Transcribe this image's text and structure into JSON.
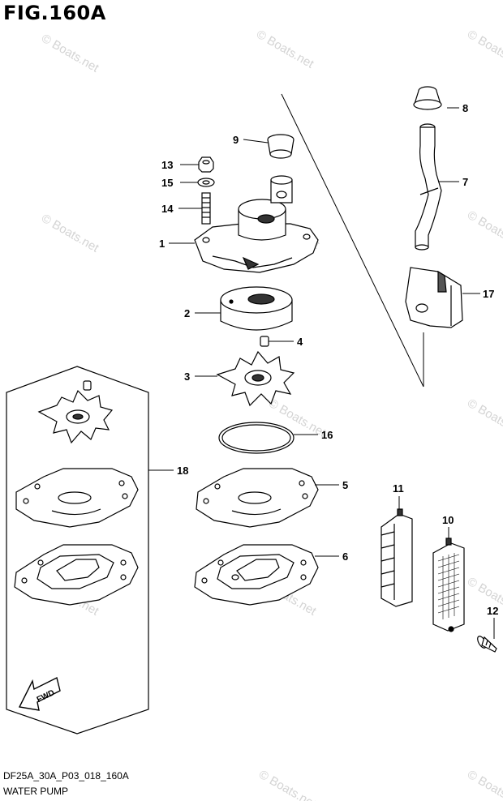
{
  "figure": {
    "title": "FIG.160A",
    "code": "DF25A_30A_P03_018_160A",
    "caption": "WATER PUMP"
  },
  "watermark": {
    "text": "© Boats.net",
    "color": "#d4d4d4"
  },
  "callouts": [
    "1",
    "2",
    "3",
    "4",
    "5",
    "6",
    "7",
    "8",
    "9",
    "10",
    "11",
    "12",
    "13",
    "14",
    "15",
    "16",
    "17",
    "18"
  ],
  "fwd_label": "FWD"
}
